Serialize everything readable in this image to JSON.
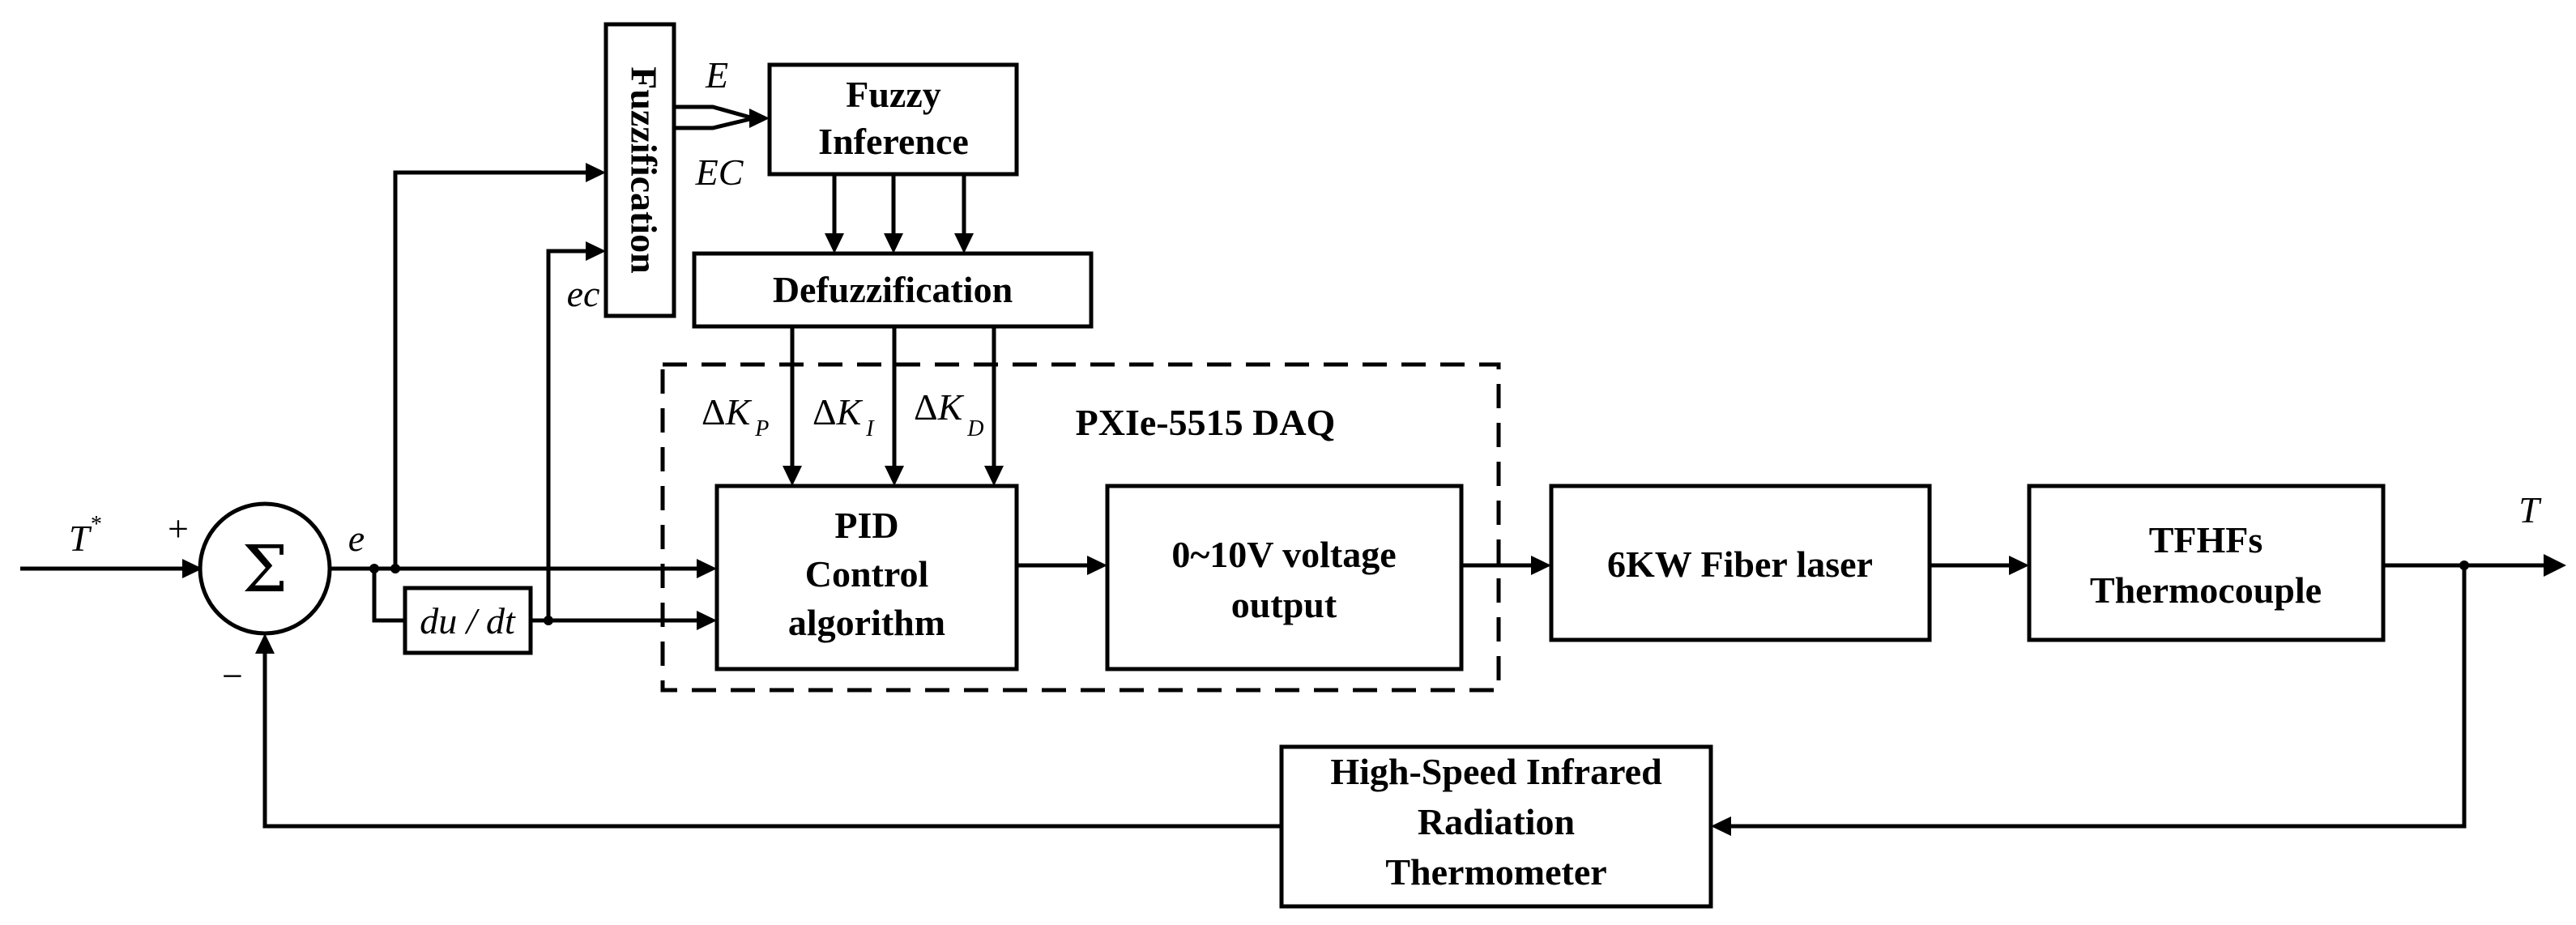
{
  "blocks": {
    "fuzzification": "Fuzzification",
    "fuzzy_inference": [
      "Fuzzy",
      "Inference"
    ],
    "defuzzification": "Defuzzification",
    "daq_label": "PXIe-5515 DAQ",
    "pid": [
      "PID",
      "Control",
      "algorithm"
    ],
    "voltage": [
      "0~10V voltage",
      "output"
    ],
    "laser": "6KW Fiber laser",
    "tfhfs": [
      "TFHFs",
      "Thermocouple"
    ],
    "thermometer": [
      "High-Speed Infrared",
      "Radiation",
      "Thermometer"
    ],
    "derivative": "du / dt",
    "summing": "Σ"
  },
  "signals": {
    "setpoint": "T",
    "setpoint_sup": "*",
    "plus": "+",
    "minus": "−",
    "error": "e",
    "E": "E",
    "EC": "EC",
    "ec": "ec",
    "delta": "Δ",
    "K": "K",
    "sub_p": "P",
    "sub_i": "I",
    "sub_d": "D",
    "output": "T"
  }
}
